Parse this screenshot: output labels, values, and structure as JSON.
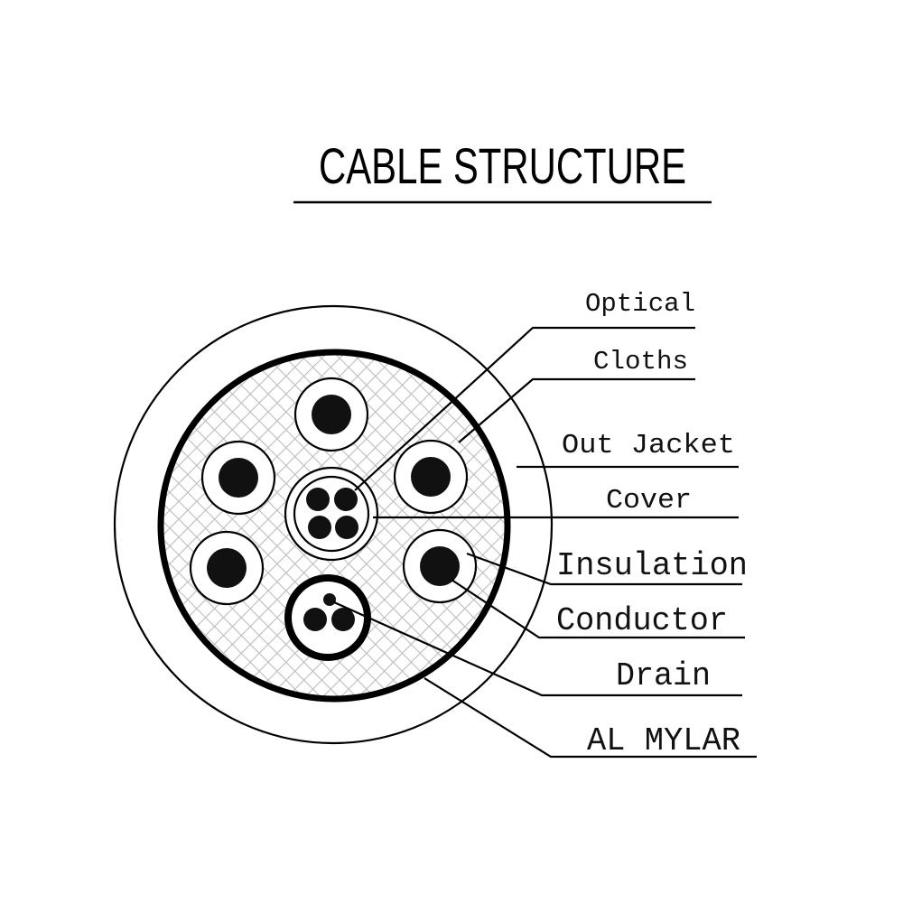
{
  "title": "CABLE STRUCTURE",
  "labels": {
    "optical": "Optical",
    "cloths": "Cloths",
    "out_jacket": "Out Jacket",
    "cover": "Cover",
    "insulation": "Insulation",
    "conductor": "Conductor",
    "drain": "Drain",
    "al_mylar": "AL MYLAR"
  },
  "colors": {
    "line": "#000000",
    "hatch": "#bdbdbd",
    "background": "#ffffff"
  }
}
